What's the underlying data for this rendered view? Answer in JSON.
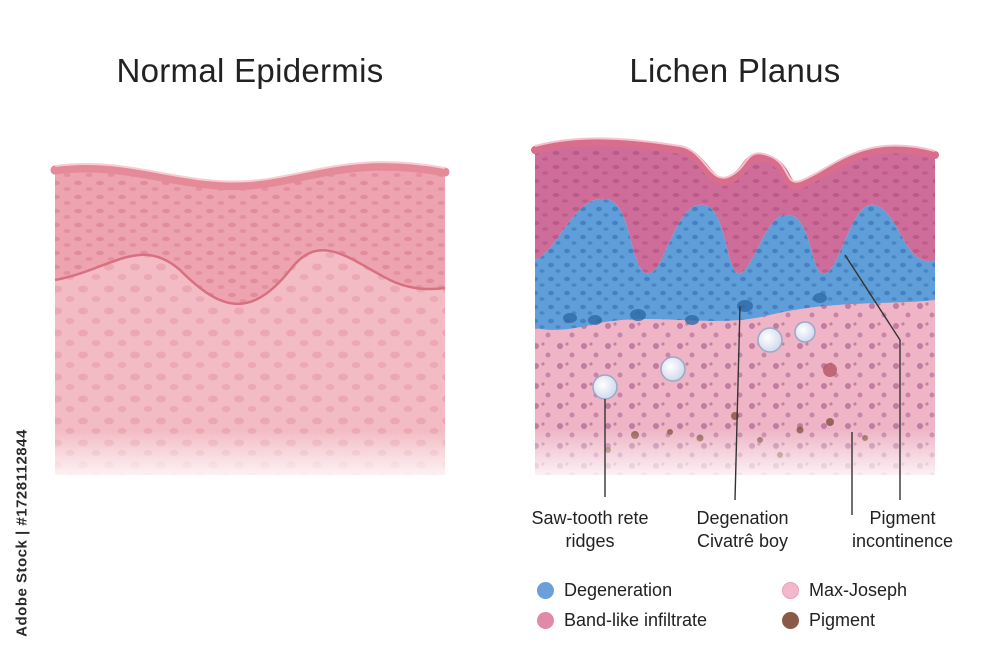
{
  "titles": {
    "left": "Normal Epidermis",
    "right": "Lichen Planus"
  },
  "annotations": [
    {
      "line1": "Saw-tooth rete",
      "line2": "ridges"
    },
    {
      "line1": "Degenation",
      "line2": "Civatrê boy"
    },
    {
      "line1": "Pigment",
      "line2": "incontinence"
    }
  ],
  "legend": [
    {
      "label": "Degeneration",
      "color": "#6a9fd8"
    },
    {
      "label": "Band-like infiltrate",
      "color": "#e08aa6"
    },
    {
      "label": "Max-Joseph",
      "color": "#f4b8cc"
    },
    {
      "label": "Pigment",
      "color": "#8a5a48"
    }
  ],
  "watermark": "Adobe Stock | #1728112844",
  "colors": {
    "normal_surface": "#e58a98",
    "normal_epidermis": "#eda4b0",
    "normal_dermis": "#f3bcc4",
    "lp_epidermis": "#cf6d9a",
    "lp_basal": "#5f9ed8",
    "lp_dermis": "#efb5c6",
    "civatte_body": "#e9eef8",
    "pigment": "#8a5a48"
  }
}
